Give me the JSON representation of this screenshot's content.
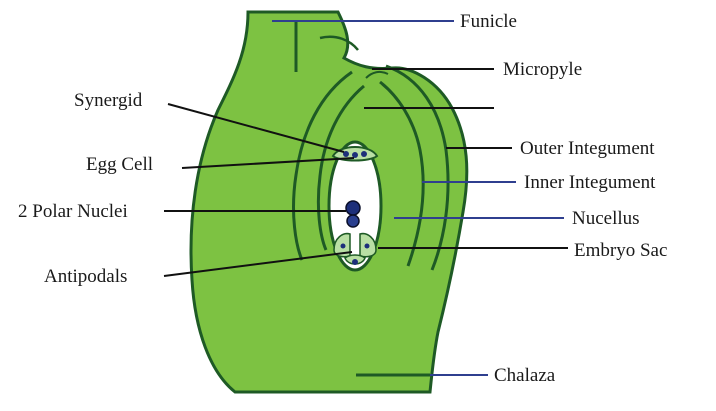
{
  "labels": {
    "funicle": "Funicle",
    "micropyle": "Micropyle",
    "synergid": "Synergid",
    "outer_integument": "Outer Integument",
    "egg_cell": "Egg Cell",
    "inner_integument": "Inner Integument",
    "polar_nuclei": "2 Polar Nuclei",
    "nucellus": "Nucellus",
    "embryo_sac": "Embryo Sac",
    "antipodals": "Antipodals",
    "chalaza": "Chalaza"
  },
  "colors": {
    "tissue_fill": "#7dc242",
    "tissue_outline": "#1e5a25",
    "sac_fill": "#ffffff",
    "right_leader": "#2f3f8f",
    "left_leader": "#111111",
    "inner_line": "#1e5a25",
    "nucleus": "#1d2f7a"
  }
}
